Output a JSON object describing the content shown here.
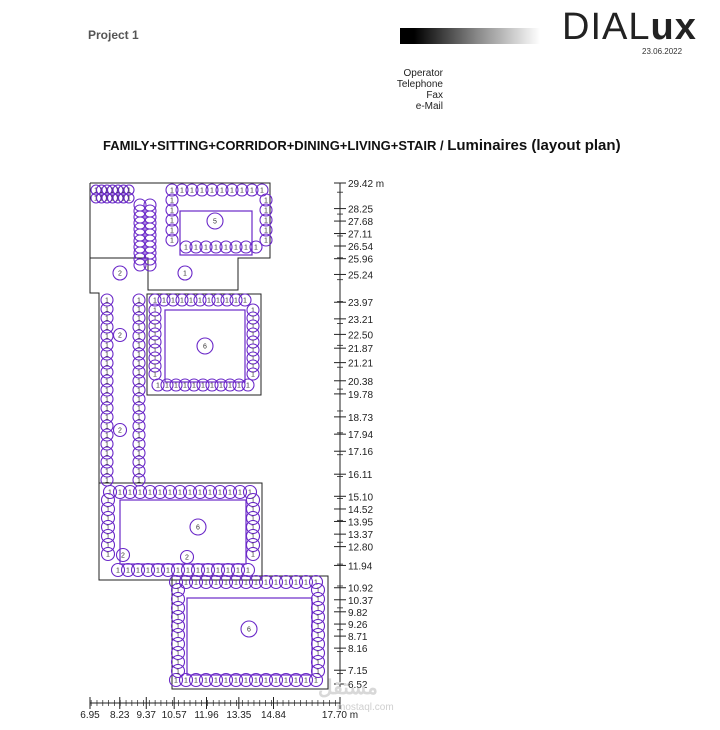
{
  "header": {
    "project": "Project 1",
    "logo_thin": "DIAL",
    "logo_bold": "ux",
    "date": "23.06.2022"
  },
  "contact": {
    "operator": "Operator",
    "telephone": "Telephone",
    "fax": "Fax",
    "email": "e-Mail"
  },
  "title": {
    "main": "FAMILY+SITTING+CORRIDOR+DINING+LIVING+STAIR / ",
    "suffix": "Luminaires (layout plan)"
  },
  "y_axis": {
    "unit_label": "29.42 m",
    "ticks": [
      "28.25",
      "27.68",
      "27.11",
      "26.54",
      "25.96",
      "25.24",
      "23.97",
      "23.21",
      "22.50",
      "21.87",
      "21.21",
      "20.38",
      "19.78",
      "18.73",
      "17.94",
      "17.16",
      "16.11",
      "15.10",
      "14.52",
      "13.95",
      "13.37",
      "12.80",
      "11.94",
      "10.92",
      "10.37",
      "9.82",
      "9.26",
      "8.71",
      "8.16",
      "7.15",
      "6.52"
    ]
  },
  "x_axis": {
    "ticks": [
      "6.95",
      "8.23",
      "9.37",
      "10.57",
      "11.96",
      "13.35",
      "14.84"
    ],
    "end_label": "17.70 m"
  },
  "luminaire_groups": [
    {
      "id": "5",
      "label": "5"
    },
    {
      "id": "6a",
      "label": "6"
    },
    {
      "id": "6b",
      "label": "6"
    },
    {
      "id": "6c",
      "label": "6"
    },
    {
      "id": "2",
      "label": "2"
    },
    {
      "id": "1",
      "label": "1"
    }
  ],
  "watermark": {
    "text": "مستقل",
    "site": "mostaql.com"
  },
  "colors": {
    "luminaire": "#6a28c8",
    "outline": "#222222"
  }
}
